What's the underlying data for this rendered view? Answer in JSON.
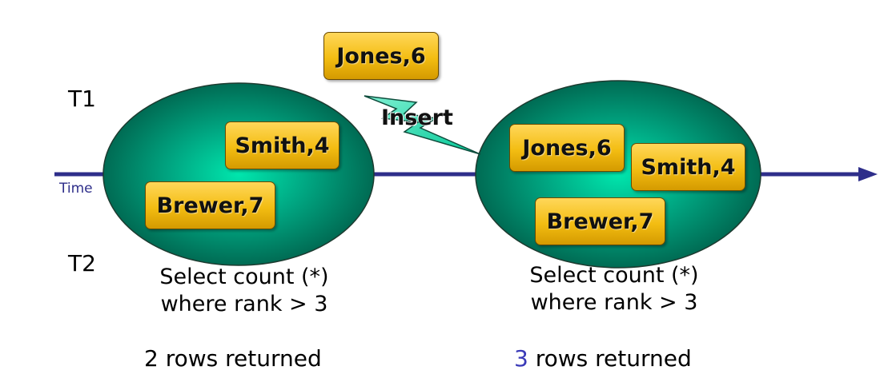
{
  "labels": {
    "t1": "T1",
    "t2": "T2",
    "time": "Time",
    "insert": "Insert"
  },
  "snapshot_before": {
    "tuples": [
      "Smith,4",
      "Brewer,7"
    ],
    "query_line1": "Select count (*)",
    "query_line2": "where rank > 3",
    "result_count": "2",
    "result_text": "rows returned"
  },
  "inserted_tuple": "Jones,6",
  "snapshot_after": {
    "tuples": [
      "Jones,6",
      "Smith,4",
      "Brewer,7"
    ],
    "query_line1": "Select count (*)",
    "query_line2": "where rank > 3",
    "result_count": "3",
    "result_text": "rows returned"
  },
  "colors": {
    "timeline": "#2e2e8a",
    "blob_center": "#00e0a8",
    "blob_edge": "#006a52",
    "tuple_fill": "#f3bd12",
    "highlight_number": "#3a3ab8"
  }
}
